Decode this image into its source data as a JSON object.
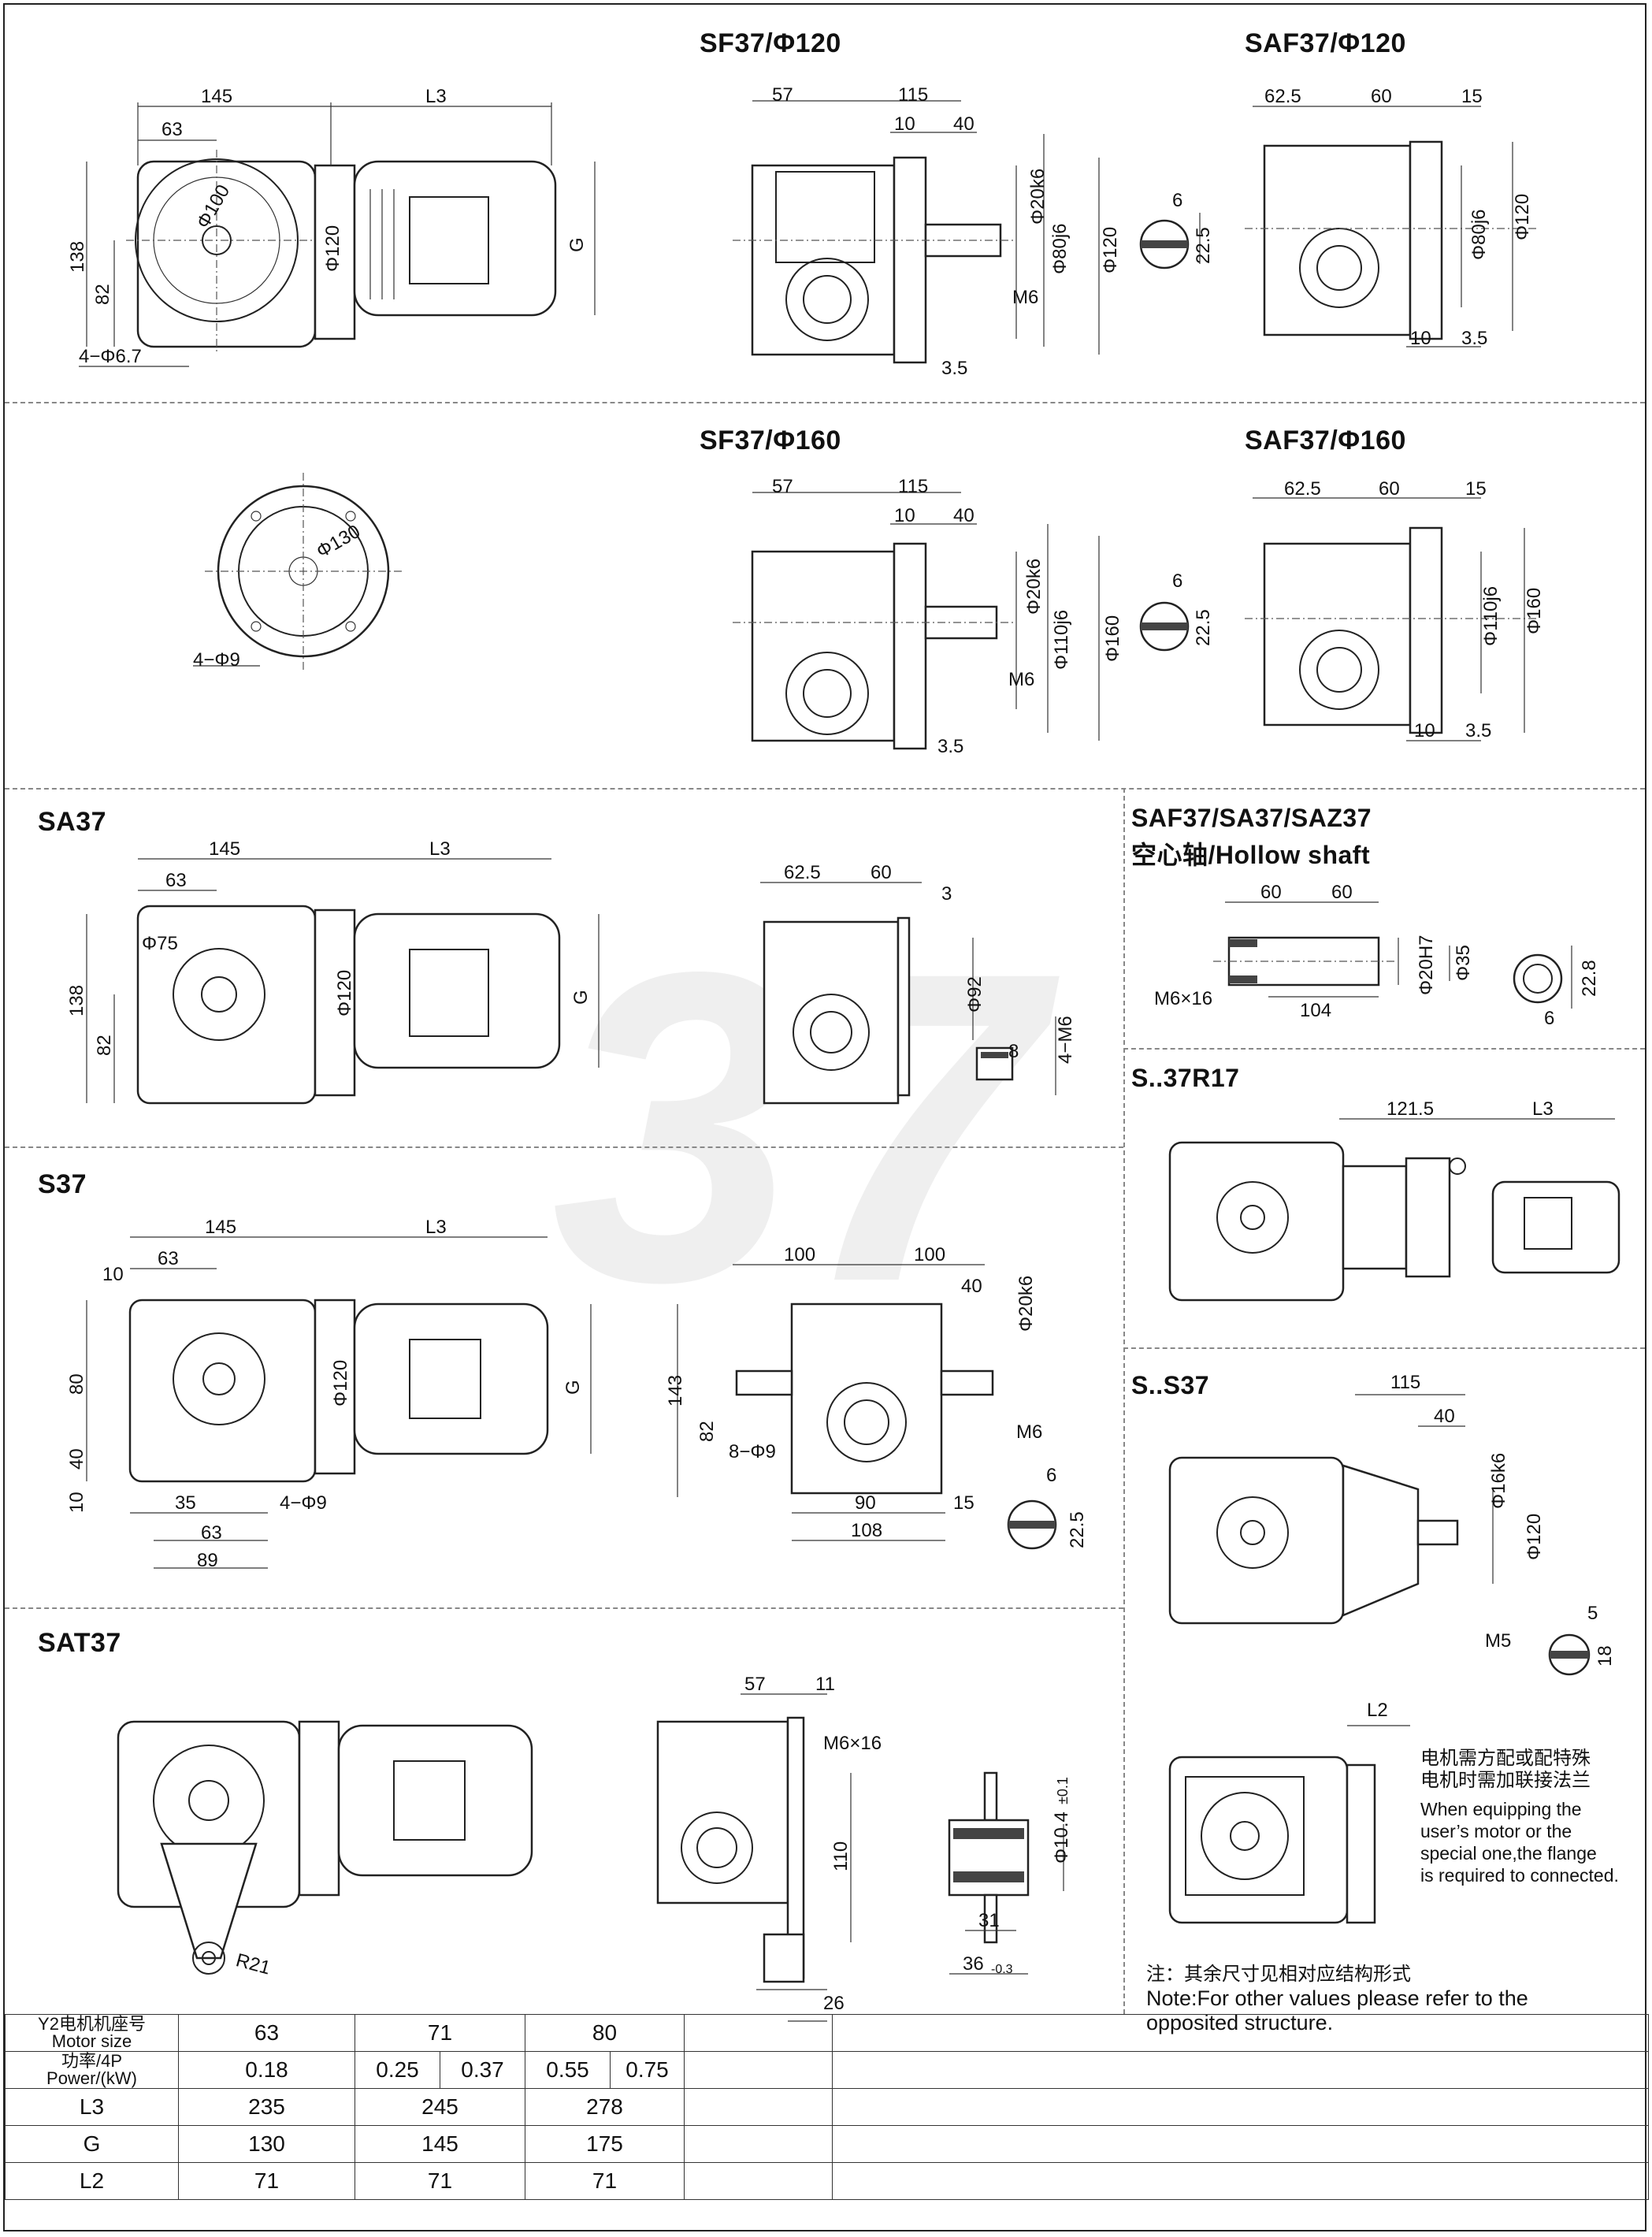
{
  "watermark": "37",
  "sections": {
    "sf37_120": "SF37/Φ120",
    "saf37_120": "SAF37/Φ120",
    "sf37_160": "SF37/Φ160",
    "saf37_160": "SAF37/Φ160",
    "sa37": "SA37",
    "hollow_1": "SAF37/SA37/SAZ37",
    "hollow_2": "空心轴/Hollow shaft",
    "s37r17": "S..37R17",
    "s37": "S37",
    "ss37": "S..S37",
    "sat37": "SAT37"
  },
  "dims": {
    "top_main": [
      "145",
      "L3",
      "63",
      "138",
      "82",
      "Φ100",
      "Φ120",
      "G",
      "4−Φ6.7"
    ],
    "sf120": [
      "57",
      "115",
      "10",
      "40",
      "Φ20k6",
      "Φ80j6",
      "Φ120",
      "M6",
      "3.5",
      "6",
      "22.5"
    ],
    "saf120": [
      "62.5",
      "60",
      "15",
      "Φ80j6",
      "Φ120",
      "10",
      "3.5"
    ],
    "flange160": [
      "Φ130",
      "4−Φ9"
    ],
    "sf160": [
      "57",
      "115",
      "10",
      "40",
      "Φ20k6",
      "Φ110j6",
      "Φ160",
      "M6",
      "3.5",
      "6",
      "22.5"
    ],
    "saf160": [
      "62.5",
      "60",
      "15",
      "Φ110j6",
      "Φ160",
      "10",
      "3.5"
    ],
    "sa37": [
      "145",
      "L3",
      "63",
      "Φ75",
      "Φ120",
      "138",
      "82",
      "G"
    ],
    "sa37_side": [
      "62.5",
      "60",
      "3",
      "Φ92",
      "8",
      "4−M6"
    ],
    "hollow": [
      "60",
      "60",
      "M6×16",
      "104",
      "Φ20H7",
      "Φ35",
      "22.8",
      "6"
    ],
    "r17": [
      "121.5",
      "L3"
    ],
    "s37": [
      "145",
      "L3",
      "10",
      "63",
      "80",
      "40",
      "10",
      "35",
      "4−Φ9",
      "63",
      "89",
      "Φ120",
      "G"
    ],
    "s37_side": [
      "100",
      "100",
      "40",
      "Φ20k6",
      "143",
      "82",
      "8−Φ9",
      "M6",
      "90",
      "15",
      "108",
      "6",
      "22.5"
    ],
    "ss37": [
      "115",
      "40",
      "Φ16k6",
      "Φ120",
      "M5",
      "5",
      "18"
    ],
    "sat37_side": [
      "57",
      "11",
      "M6×16",
      "110",
      "26"
    ],
    "sat37_bush": [
      "Φ10.4",
      "±0.1",
      "31",
      "36",
      "-0.3"
    ],
    "sat37_main": [
      "R21"
    ],
    "l2_view": [
      "L2"
    ]
  },
  "notes": {
    "motor_cn": [
      "电机需方配或配特殊",
      "电机时需加联接法兰"
    ],
    "motor_en": [
      "When equipping the",
      "user’s motor or the",
      "special one,the flange",
      "is required to connected."
    ],
    "bottom_cn": "注：其余尺寸见相对应结构形式",
    "bottom_en_1": "Note:For other values please refer to the",
    "bottom_en_2": "opposited structure."
  },
  "table": {
    "header_size_cn": "Y2电机机座号",
    "header_size_en": "Motor size",
    "header_power_cn": "功率/4P",
    "header_power_en": "Power/(kW)",
    "sizes": [
      "63",
      "71",
      "80"
    ],
    "powers": [
      "0.18",
      "0.25",
      "0.37",
      "0.55",
      "0.75"
    ],
    "rows": [
      {
        "label": "L3",
        "values": [
          "235",
          "245",
          "278"
        ]
      },
      {
        "label": "G",
        "values": [
          "130",
          "145",
          "175"
        ]
      },
      {
        "label": "L2",
        "values": [
          "71",
          "71",
          "71"
        ]
      }
    ]
  }
}
